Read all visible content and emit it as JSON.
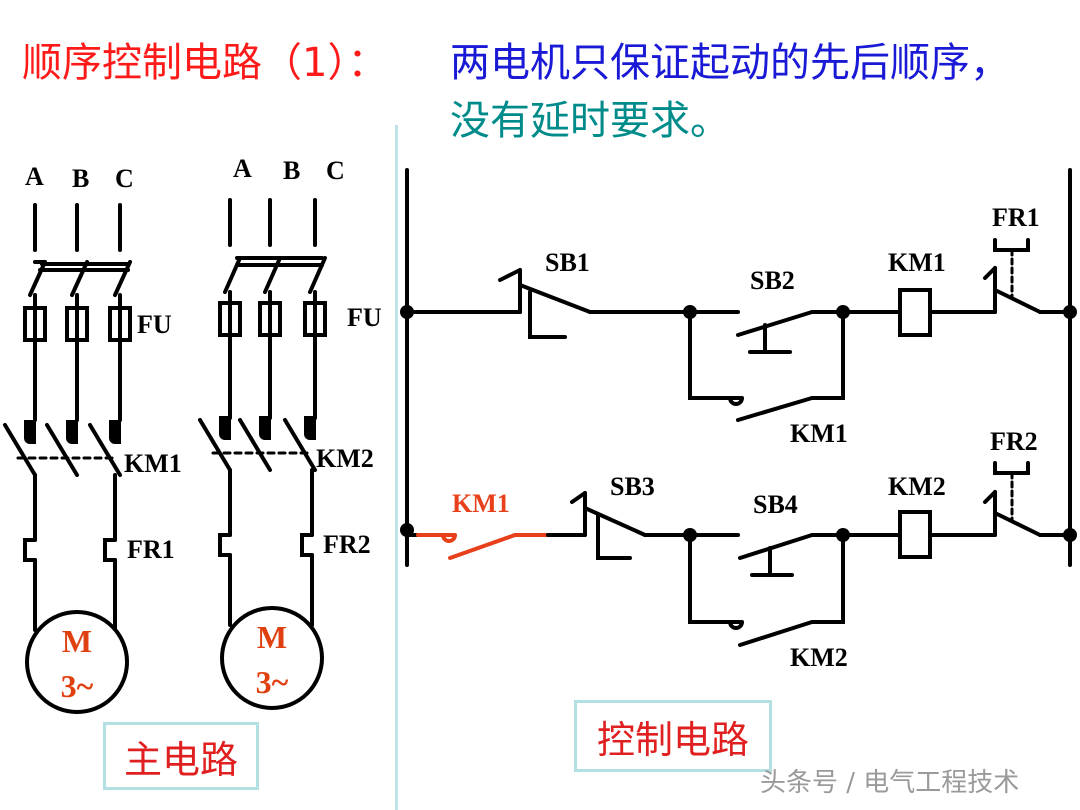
{
  "title": {
    "red_part": "顺序控制电路（1）：",
    "blue_part": "两电机只保证起动的先后顺序，",
    "teal_part": "没有延时要求。"
  },
  "main_circuit": {
    "label": "主电路",
    "motor1": {
      "phases": [
        "A",
        "B",
        "C"
      ],
      "fuse_label": "FU",
      "contactor_label": "KM1",
      "relay_label": "FR1",
      "motor_line1": "M",
      "motor_line2": "3~"
    },
    "motor2": {
      "phases": [
        "A",
        "B",
        "C"
      ],
      "fuse_label": "FU",
      "contactor_label": "KM2",
      "relay_label": "FR2",
      "motor_line1": "M",
      "motor_line2": "3~"
    }
  },
  "control_circuit": {
    "label": "控制电路",
    "rung1": {
      "stop_button": "SB1",
      "start_button": "SB2",
      "holding_contact": "KM1",
      "coil": "KM1",
      "overload": "FR1"
    },
    "rung2": {
      "interlock_contact": "KM1",
      "stop_button": "SB3",
      "start_button": "SB4",
      "holding_contact": "KM2",
      "coil": "KM2",
      "overload": "FR2"
    }
  },
  "watermark": "头条号 / 电气工程技术",
  "colors": {
    "title_red": "#ff1a1a",
    "title_blue": "#1a1ad6",
    "title_teal": "#008b8b",
    "motor_text": "#e04010",
    "interlock": "#e8401a",
    "box_border": "#b3e0e0"
  }
}
